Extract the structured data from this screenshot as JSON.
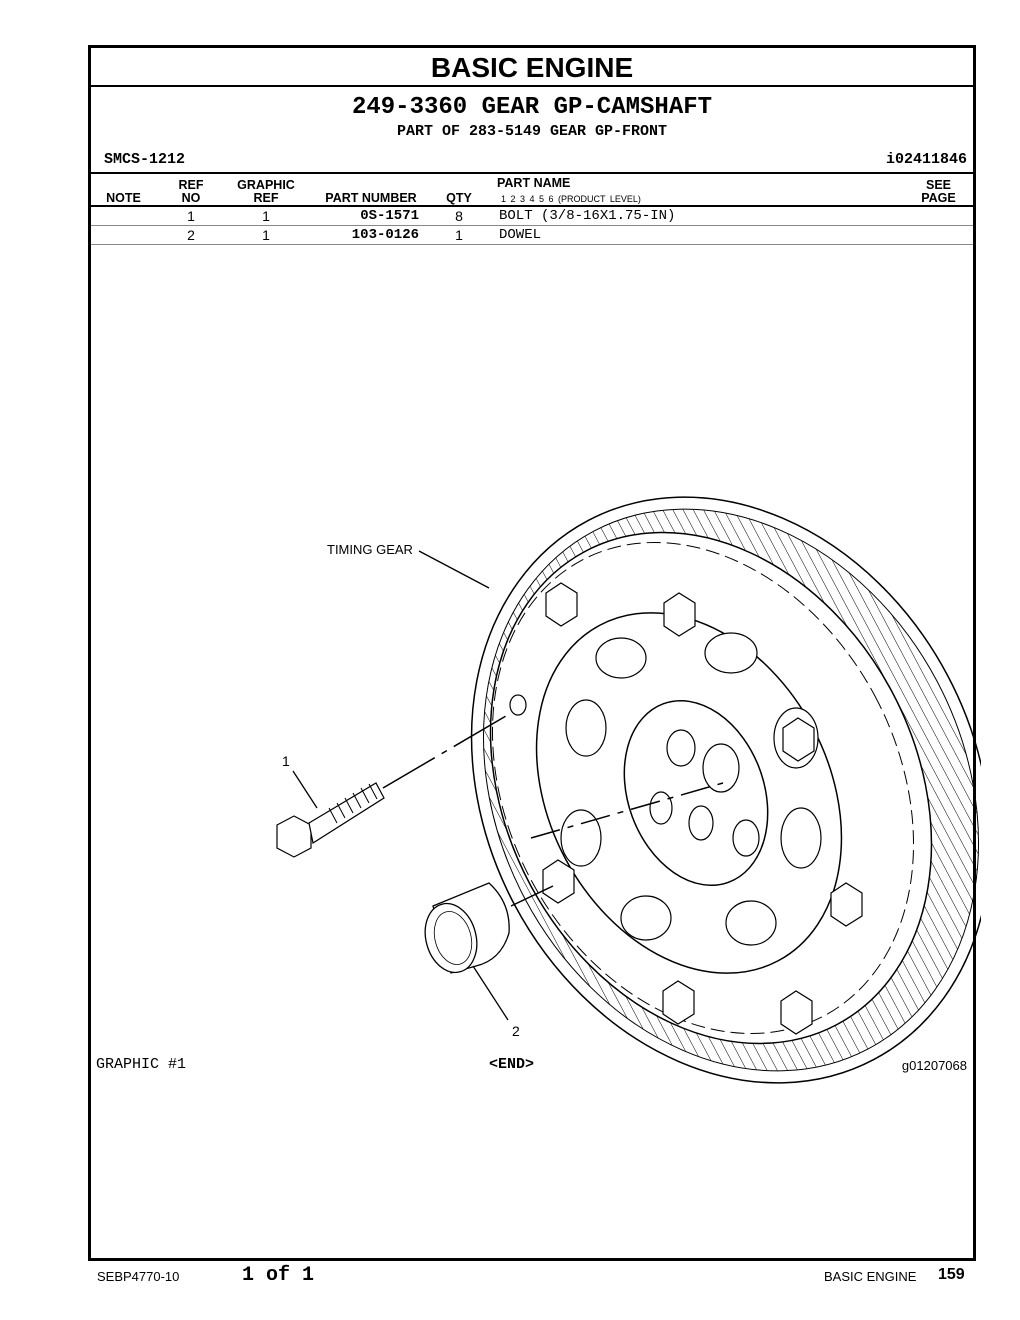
{
  "section_title": "BASIC ENGINE",
  "group": {
    "title": "249-3360 GEAR GP-CAMSHAFT",
    "subtitle": "PART OF 283-5149 GEAR GP-FRONT"
  },
  "smcs": "SMCS-1212",
  "illustration_id": "i02411846",
  "table": {
    "headers": {
      "note": "NOTE",
      "ref_top": "REF",
      "ref_bottom": "NO",
      "graphic_top": "GRAPHIC",
      "graphic_bottom": "REF",
      "part_number": "PART NUMBER",
      "qty": "QTY",
      "part_name": "PART NAME",
      "product_levels": "1  2  3  4  5  6  (PRODUCT LEVEL)",
      "see_top": "SEE",
      "see_bottom": "PAGE"
    },
    "rows": [
      {
        "note": "",
        "ref_no": "1",
        "graphic_ref": "1",
        "part_number": "0S-1571",
        "qty": "8",
        "part_name": "BOLT (3/8-16X1.75-IN)",
        "see_page": ""
      },
      {
        "note": "",
        "ref_no": "2",
        "graphic_ref": "1",
        "part_number": "103-0126",
        "qty": "1",
        "part_name": "DOWEL",
        "see_page": ""
      }
    ]
  },
  "drawing": {
    "callouts": {
      "timing_gear": "TIMING GEAR",
      "item1": "1",
      "item2": "2"
    }
  },
  "graphic_label": "GRAPHIC #1",
  "end_label": "<END>",
  "graphic_id": "g01207068",
  "footer": {
    "doc_number": "SEBP4770-10",
    "page_of": "1 of 1",
    "section": "BASIC ENGINE",
    "page_number": "159"
  }
}
